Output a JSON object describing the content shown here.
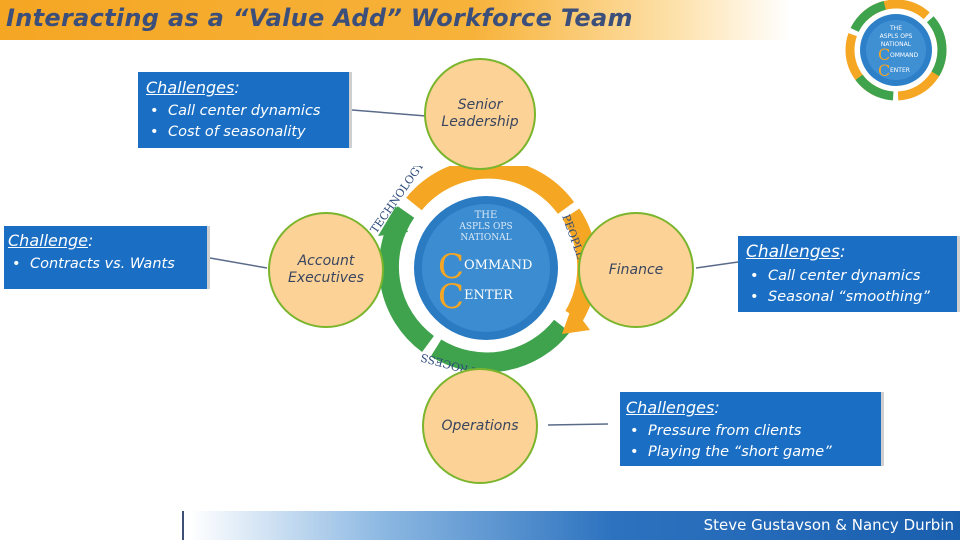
{
  "title": "Interacting as a “Value Add” Workforce Team",
  "center_logo": {
    "top_text": "THE ASPLS OPS NATIONAL",
    "letter_c1": "C",
    "word1": "OMMAND",
    "letter_c2": "C",
    "word2": "ENTER",
    "ring_labels": [
      "TECHNOLOGY",
      "PEOPLE",
      "PROCESS"
    ]
  },
  "nodes": {
    "senior": "Senior\nLeadership",
    "account": "Account\nExecutives",
    "finance": "Finance",
    "operations": "Operations"
  },
  "boxes": {
    "top": {
      "head": "Challenges",
      "colon": ":",
      "items": [
        "Call center dynamics",
        "Cost of seasonality"
      ]
    },
    "left": {
      "head": "Challenge",
      "colon": ":",
      "items": [
        "Contracts vs. Wants"
      ]
    },
    "right": {
      "head": "Challenges",
      "colon": ":",
      "items": [
        "Call center dynamics",
        "Seasonal “smoothing”"
      ]
    },
    "bottom": {
      "head": "Challenges",
      "colon": ":",
      "items": [
        "Pressure from clients",
        "Playing the “short game”"
      ]
    }
  },
  "footer": {
    "authors": "Steve Gustavson & Nancy Durbin"
  },
  "colors": {
    "box_blue": "#1a6fc4",
    "title_orange": "#f5a623",
    "circle_fill": "#fcd296",
    "circle_border": "#7ab52d",
    "title_text": "#3c4f7a"
  }
}
